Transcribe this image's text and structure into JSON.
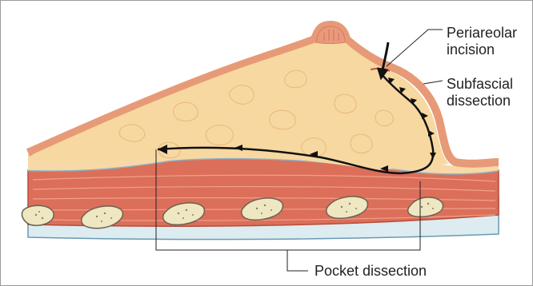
{
  "labels": {
    "periareolar_line1": "Periareolar",
    "periareolar_line2": "incision",
    "subfascial_line1": "Subfascial",
    "subfascial_line2": "dissection",
    "pocket": "Pocket dissection"
  },
  "colors": {
    "skin": "#f2c196",
    "skin_edge": "#e79a77",
    "gland": "#f7d8a0",
    "muscle": "#dc6f5a",
    "fascia": "#9fb7c6",
    "rib": "#efe7c2",
    "arrow": "#111111",
    "leader": "#231f20"
  }
}
